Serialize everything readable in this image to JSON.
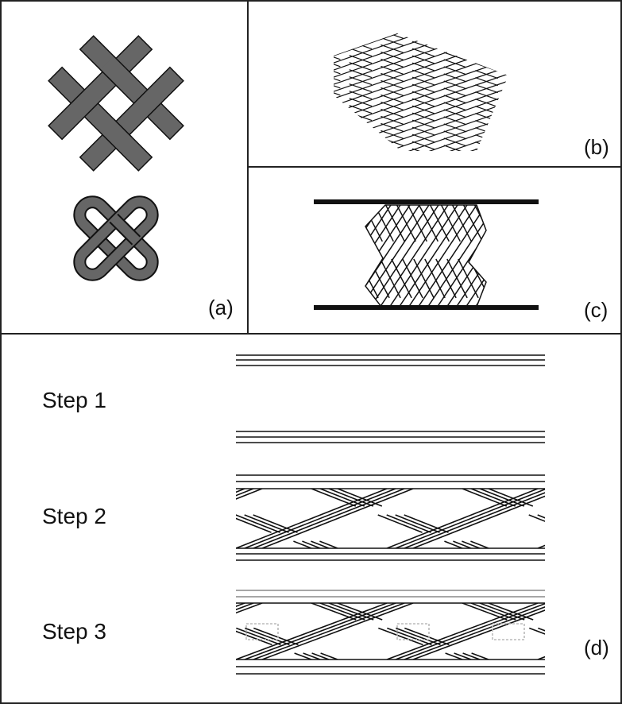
{
  "panels": {
    "a": {
      "label": "(a)"
    },
    "b": {
      "label": "(b)"
    },
    "c": {
      "label": "(c)"
    },
    "d": {
      "label": "(d)",
      "steps": [
        "Step 1",
        "Step 2",
        "Step 3"
      ]
    }
  },
  "colors": {
    "fill_gray": "#666666",
    "line": "#111111",
    "light_gray": "#aaaaaa"
  }
}
